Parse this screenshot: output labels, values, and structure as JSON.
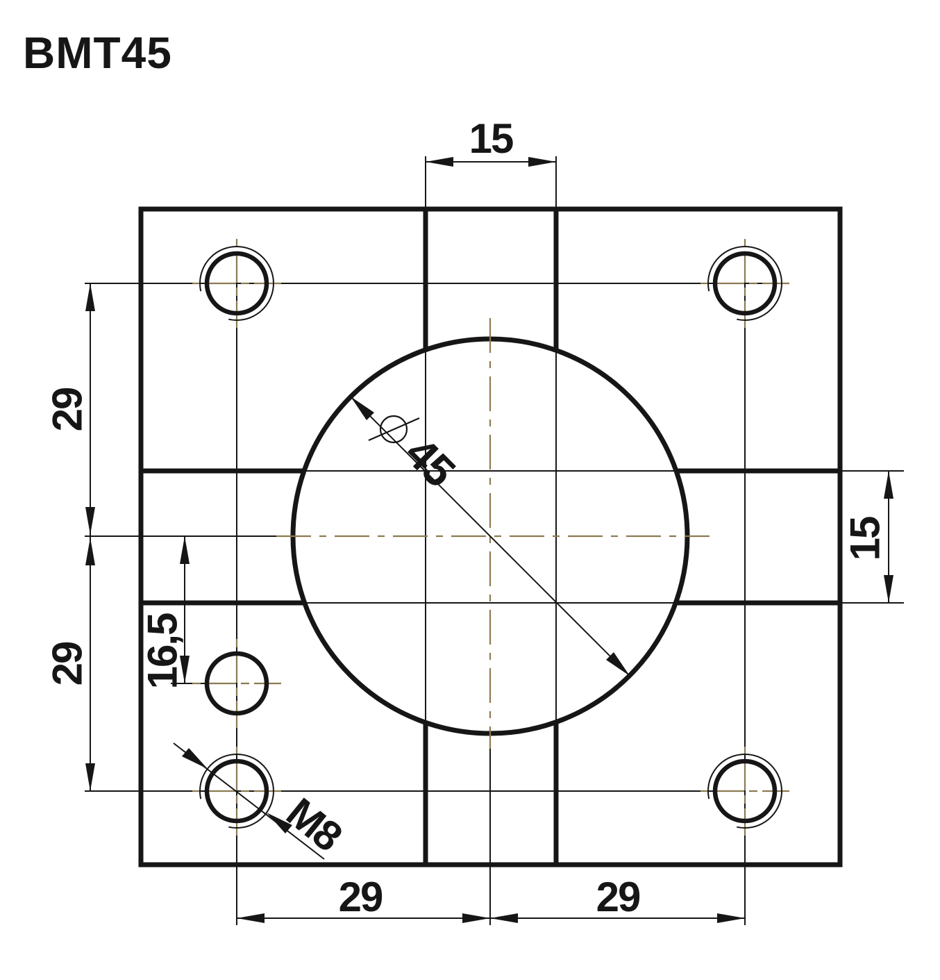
{
  "title": "BMT45",
  "drawing": {
    "dim_top_width": "15",
    "dim_right_slot": "15",
    "dim_left_upper": "29",
    "dim_left_lower": "29",
    "dim_bottom_left": "29",
    "dim_bottom_right": "29",
    "dim_hole_offset": "16,5",
    "bore_diameter": "45",
    "thread_callout": "M8"
  },
  "icons": {
    "diameter_symbol": "circle-with-slash"
  },
  "colors": {
    "line": "#161616",
    "centerline": "#8c7b52",
    "background": "#ffffff"
  }
}
